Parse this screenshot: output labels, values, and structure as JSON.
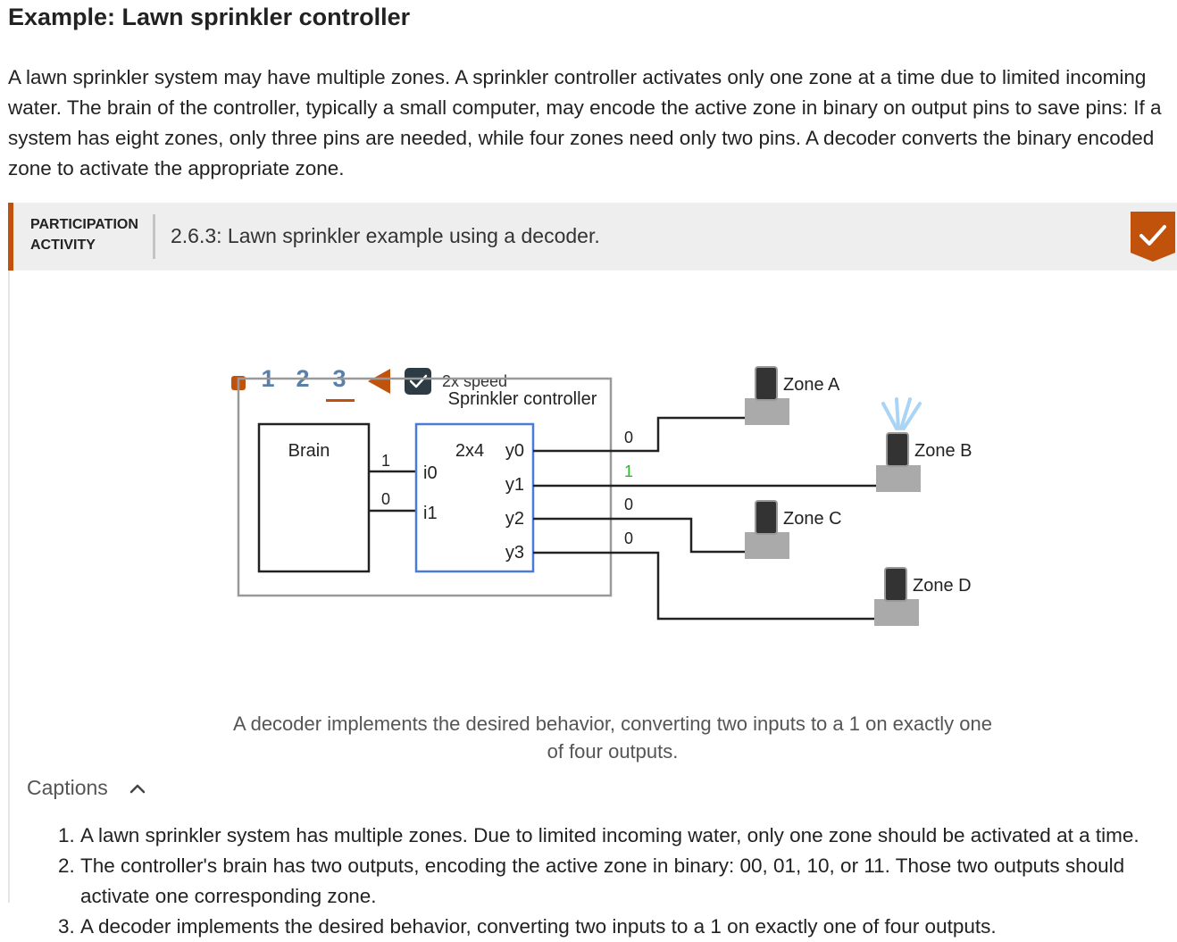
{
  "page": {
    "title": "Example: Lawn sprinkler controller",
    "intro": "A lawn sprinkler system may have multiple zones. A sprinkler controller activates only one zone at a time due to limited incoming water. The brain of the controller, typically a small computer, may encode the active zone in binary on output pins to save pins: If a system has eight zones, only three pins are needed, while four zones need only two pins. A decoder converts the binary encoded zone to activate the appropriate zone."
  },
  "activity": {
    "type_label": "PARTICIPATION ACTIVITY",
    "title": "2.6.3: Lawn sprinkler example using a decoder.",
    "completed": true,
    "accent_color": "#c0520c",
    "steps": [
      "1",
      "2",
      "3"
    ],
    "current_step": 3,
    "speed_label": "2x speed",
    "speed_checked": true
  },
  "diagram": {
    "controller_label": "Sprinkler controller",
    "brain_label": "Brain",
    "decoder_label": "2x4",
    "brain_out_top": "1",
    "brain_out_bottom": "0",
    "inputs": [
      "i0",
      "i1"
    ],
    "outputs": [
      "y0",
      "y1",
      "y2",
      "y3"
    ],
    "output_values": [
      "0",
      "1",
      "0",
      "0"
    ],
    "active_value_color": "#2bb52b",
    "zones": [
      "Zone A",
      "Zone B",
      "Zone C",
      "Zone D"
    ],
    "active_zone": "Zone B",
    "spray_color": "#a9d4f5"
  },
  "caption": "A decoder implements the desired behavior, converting two inputs to a 1 on exactly one of four outputs.",
  "captions": {
    "toggle_label": "Captions",
    "items": [
      "A lawn sprinkler system has multiple zones. Due to limited incoming water, only one zone should be activated at a time.",
      "The controller's brain has two outputs, encoding the active zone in binary: 00, 01, 10, or 11. Those two outputs should activate one corresponding zone.",
      "A decoder implements the desired behavior, converting two inputs to a 1 on exactly one of four outputs."
    ]
  }
}
